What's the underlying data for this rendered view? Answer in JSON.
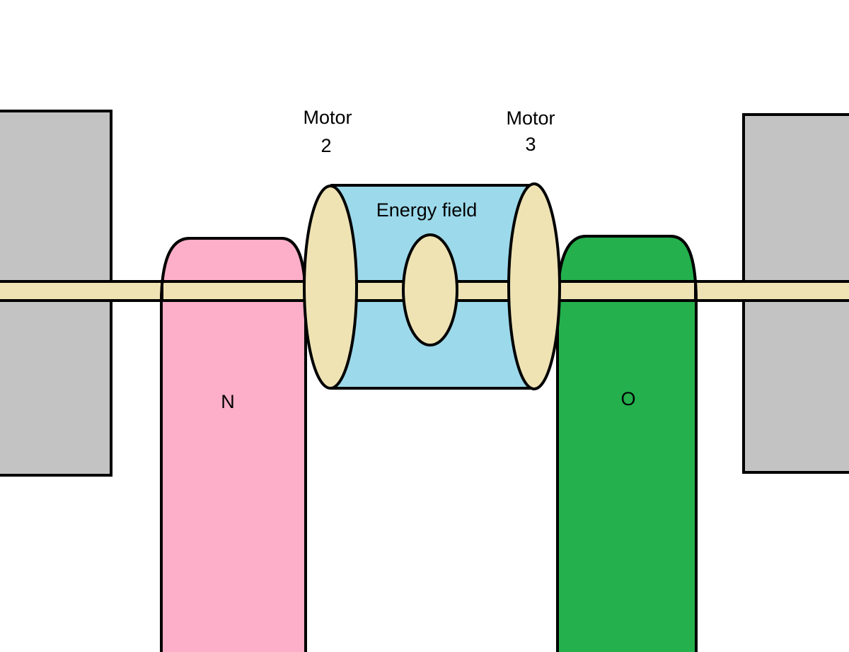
{
  "diagram": {
    "motor2_line1": "Motor",
    "motor2_line2": "2",
    "motor3_line1": "Motor",
    "motor3_line2": "3",
    "field_label": "Energy field",
    "magnet_left_label": "N",
    "magnet_right_label": "O"
  },
  "colors": {
    "block": "#c3c3c3",
    "shaft": "#efe3b4",
    "magnet_left": "#fdaec9",
    "magnet_right": "#24b04d",
    "field": "#9cd9eb",
    "outline": "#000000"
  }
}
